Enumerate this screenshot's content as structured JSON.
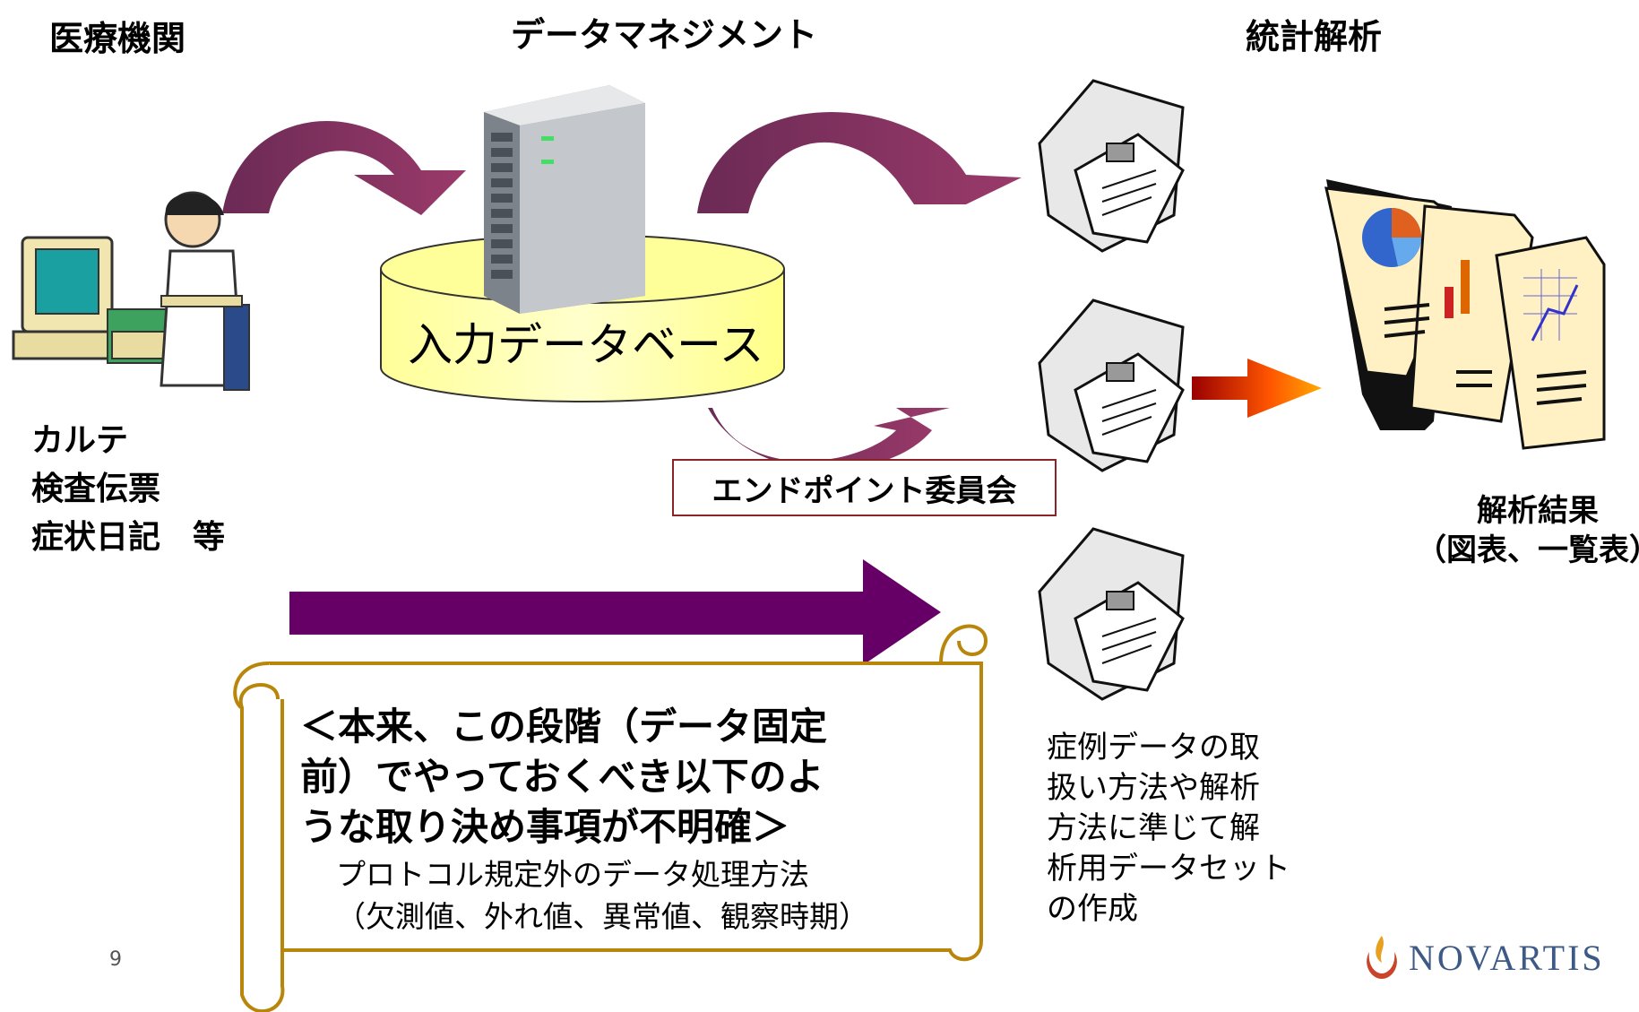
{
  "headers": {
    "medical": "医療機関",
    "data_mgmt": "データマネジメント",
    "stats": "統計解析"
  },
  "database": {
    "label": "入力データベース"
  },
  "source_docs": [
    "カルテ",
    "検査伝票",
    "症状日記　等"
  ],
  "endpoint_committee": "エンドポイント委員会",
  "analysis_result": {
    "line1": "解析結果",
    "line2": "（図表、一覧表）"
  },
  "dataset_note": [
    "症例データの取",
    "扱い方法や解析",
    "方法に準じて解",
    "析用データセット",
    "の作成"
  ],
  "scroll": {
    "title_lines": [
      "＜本来、この段階（データ固定",
      "前）でやっておくべき以下のよ",
      "うな取り決め事項が不明確＞"
    ],
    "sub_lines": [
      "プロトコル規定外のデータ処理方法",
      "（欠測値、外れ値、異常値、観察時期）"
    ]
  },
  "page_number": "9",
  "logo": {
    "text": "NOVARTIS"
  },
  "colors": {
    "arrow": "#7a2a55",
    "big_arrow": "#660066",
    "db_fill": "#ffff99",
    "scroll_border": "#b8860b",
    "gradient_arrow_start": "#990000",
    "gradient_arrow_end": "#ffaa00"
  }
}
